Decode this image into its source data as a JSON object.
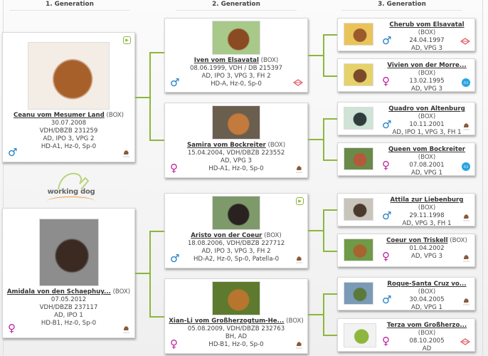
{
  "headers": [
    "1. Generation",
    "2. Generation",
    "3. Generation"
  ],
  "logo": {
    "text": "working dog"
  },
  "gen1": [
    {
      "name": "Ceanu vom Mesumer Land",
      "breed": "(BOX)",
      "lines": [
        "30.07.2008",
        "VDH/DBZB 231259",
        "AD, IPO 3, VPG 2",
        "HD-A1, Hz-0, Sp-0"
      ],
      "sex": "male",
      "badge": "club-logo",
      "play": true,
      "photo": [
        "#f3ede6",
        "#a8602b"
      ]
    },
    {
      "name": "Amidala von den Schaephuy...",
      "breed": "(BOX)",
      "lines": [
        "07.05.2012",
        "VDH/DBZB 237117",
        "AD, IPO 1",
        "HD-B1, Hz-0, Sp-0"
      ],
      "sex": "female",
      "badge": "club-logo",
      "play": false,
      "photo": [
        "#8d8d8d",
        "#3a2a22"
      ]
    }
  ],
  "gen2": [
    {
      "name": "Iven vom Elsavatal",
      "breed": "(BOX)",
      "lines": [
        "08.06.1999, VDH / DB 215397",
        "AD, IPO 3, VPG 3, FH 2",
        "HD-A, Hz-0, Sp-0"
      ],
      "sex": "male",
      "badge": "vdh-logo",
      "play": false,
      "photo": [
        "#a8c98a",
        "#8a4a22"
      ]
    },
    {
      "name": "Samira vom Bockreiter",
      "breed": "(BOX)",
      "lines": [
        "15.04.2004, VDH/DBZB 223552",
        "AD, VPG 3",
        "HD-A1, Hz-0, Sp-0"
      ],
      "sex": "female",
      "badge": "club-logo",
      "play": false,
      "photo": [
        "#6a5e4e",
        "#c47a3c"
      ]
    },
    {
      "name": "Aristo von der Coeur",
      "breed": "(BOX)",
      "lines": [
        "18.08.2006, VDH/DBZB 227712",
        "AD, IPO 3, VPG 3, FH 2",
        "HD-A2, Hz-0, Sp-0, Patella-0"
      ],
      "sex": "male",
      "badge": "club-logo",
      "play": true,
      "photo": [
        "#7f9a6a",
        "#2a2220"
      ]
    },
    {
      "name": "Xian-Li vom Großherzogtum-He...",
      "breed": "(BOX)",
      "lines": [
        "05.08.2009, VDH/DBZB 232763",
        "BH, AD",
        "HD-B1, Hz-0, Sp-0"
      ],
      "sex": "female",
      "badge": "club-logo",
      "play": false,
      "photo": [
        "#5d7a2e",
        "#b7752e"
      ]
    }
  ],
  "gen3": [
    {
      "name": "Cherub vom Elsavatal",
      "breed": "(BOX)",
      "lines": [
        "24.04.1997",
        "AD, VPG 3"
      ],
      "sex": "male",
      "badge": "vdh-logo",
      "photo": [
        "#e9c45a",
        "#9a5a2a"
      ]
    },
    {
      "name": "Vivien von der Morre...",
      "breed": "(BOX)",
      "lines": [
        "13.02.1995",
        "AD, VPG 3"
      ],
      "sex": "female",
      "badge": "fci-logo",
      "photo": [
        "#e5d26a",
        "#7a4a2a"
      ]
    },
    {
      "name": "Quadro von Altenburg",
      "breed": "(BOX)",
      "lines": [
        "10.11.2001",
        "AD, IPO 1, VPG 3, FH 1"
      ],
      "sex": "male",
      "badge": "club-logo",
      "photo": [
        "#cfe3d6",
        "#2e3c3c"
      ]
    },
    {
      "name": "Queen vom Bockreiter",
      "breed": "(BOX)",
      "lines": [
        "07.08.2001",
        "AD, VPG 1"
      ],
      "sex": "female",
      "badge": "fci-logo",
      "photo": [
        "#6a8a4a",
        "#b45a3a"
      ]
    },
    {
      "name": "Attila zur Liebenburg",
      "breed": "(BOX)",
      "lines": [
        "29.11.1998",
        "AD, VPG 3, FH 1"
      ],
      "sex": "male",
      "badge": "club-logo",
      "photo": [
        "#c9c4bc",
        "#4a3a2e"
      ]
    },
    {
      "name": "Coeur von Triskell",
      "breed": "(BOX)",
      "lines": [
        "01.04.2002",
        "AD, VPG 3"
      ],
      "sex": "female",
      "badge": "club-logo",
      "photo": [
        "#6f9a48",
        "#a8642e"
      ]
    },
    {
      "name": "Roque-Santa Cruz vo...",
      "breed": "(BOX)",
      "lines": [
        "30.04.2005",
        "AD, VPG 1"
      ],
      "sex": "male",
      "badge": "club-logo",
      "photo": [
        "#7a9ab8",
        "#5a7a3a"
      ]
    },
    {
      "name": "Terza vom Großherzo...",
      "breed": "(BOX)",
      "lines": [
        "08.10.2005",
        "AD"
      ],
      "sex": "female",
      "badge": "vdh-logo",
      "photo": [
        "#f2f2f2",
        "#8db63c"
      ]
    }
  ],
  "colors": {
    "connector": "#8db63c",
    "male": "#1b7ec4",
    "female": "#c0219e"
  }
}
